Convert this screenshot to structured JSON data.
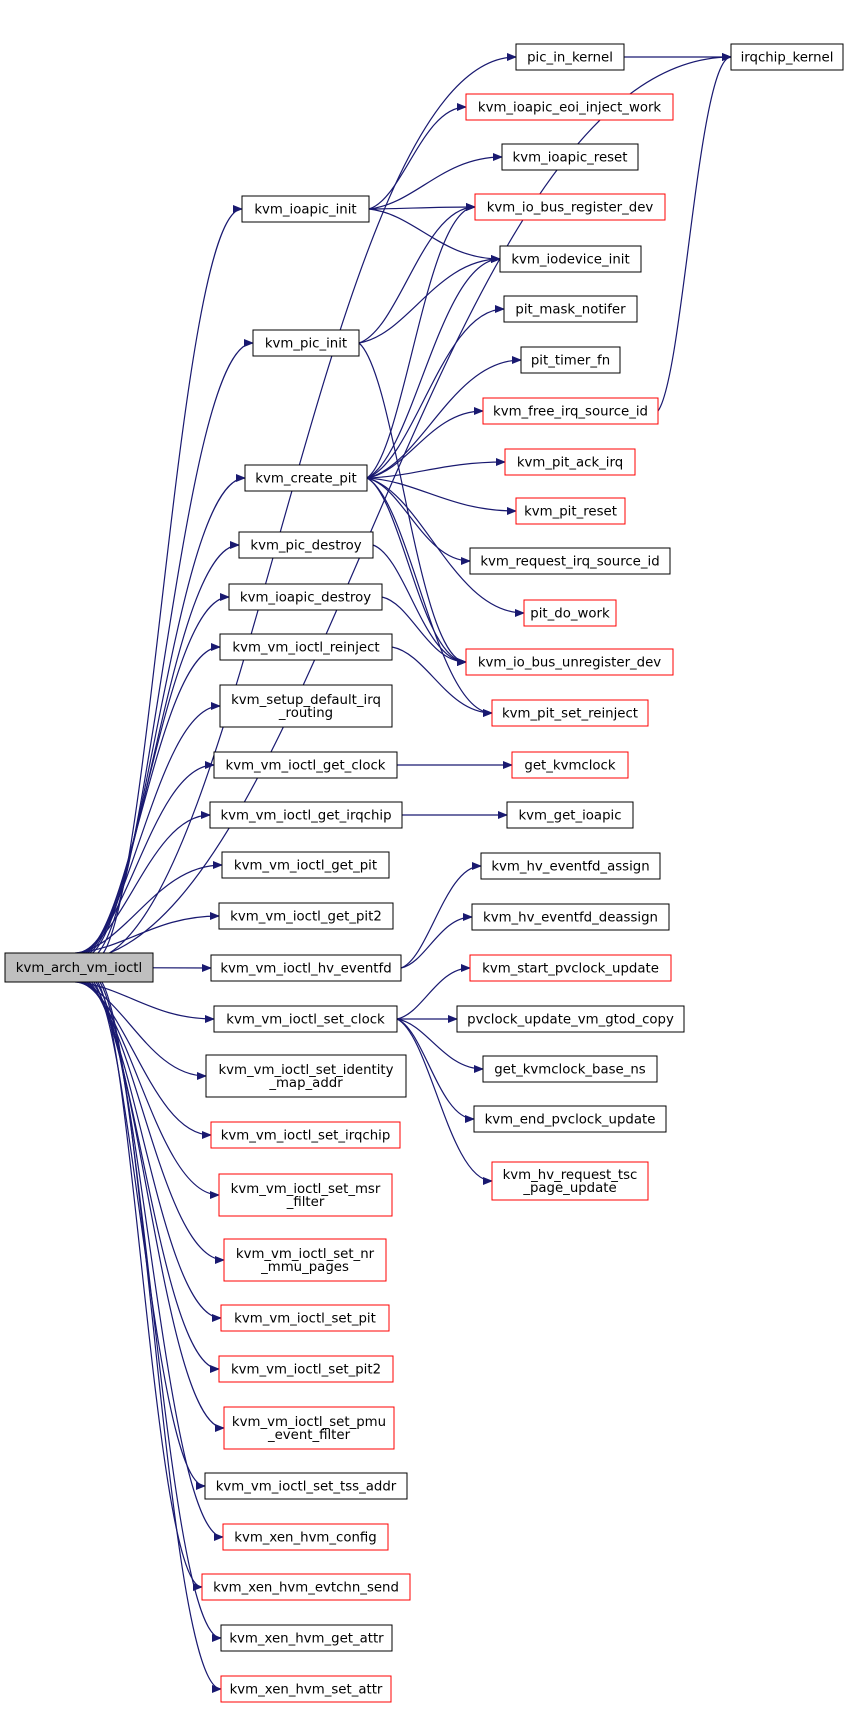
{
  "graph": {
    "edge_color": "#191970",
    "root_fill": "#bfbfbf",
    "node_fill": "#ffffff",
    "border_black": "#000000",
    "border_red": "#ff0000",
    "nodes": [
      {
        "id": "root",
        "lines": [
          "kvm_arch_vm_ioctl"
        ],
        "style": "root"
      },
      {
        "id": "pic_in_kernel",
        "lines": [
          "pic_in_kernel"
        ],
        "style": "black"
      },
      {
        "id": "irqchip_kernel",
        "lines": [
          "irqchip_kernel"
        ],
        "style": "black"
      },
      {
        "id": "kvm_ioapic_eoi_inject_work",
        "lines": [
          "kvm_ioapic_eoi_inject_work"
        ],
        "style": "red"
      },
      {
        "id": "kvm_ioapic_reset",
        "lines": [
          "kvm_ioapic_reset"
        ],
        "style": "black"
      },
      {
        "id": "kvm_ioapic_init",
        "lines": [
          "kvm_ioapic_init"
        ],
        "style": "black"
      },
      {
        "id": "kvm_io_bus_register_dev",
        "lines": [
          "kvm_io_bus_register_dev"
        ],
        "style": "red"
      },
      {
        "id": "kvm_iodevice_init",
        "lines": [
          "kvm_iodevice_init"
        ],
        "style": "black"
      },
      {
        "id": "pit_mask_notifer",
        "lines": [
          "pit_mask_notifer"
        ],
        "style": "black"
      },
      {
        "id": "kvm_pic_init",
        "lines": [
          "kvm_pic_init"
        ],
        "style": "black"
      },
      {
        "id": "pit_timer_fn",
        "lines": [
          "pit_timer_fn"
        ],
        "style": "black"
      },
      {
        "id": "kvm_free_irq_source_id",
        "lines": [
          "kvm_free_irq_source_id"
        ],
        "style": "red"
      },
      {
        "id": "kvm_create_pit",
        "lines": [
          "kvm_create_pit"
        ],
        "style": "black"
      },
      {
        "id": "kvm_pit_ack_irq",
        "lines": [
          "kvm_pit_ack_irq"
        ],
        "style": "red"
      },
      {
        "id": "kvm_pit_reset",
        "lines": [
          "kvm_pit_reset"
        ],
        "style": "red"
      },
      {
        "id": "kvm_pic_destroy",
        "lines": [
          "kvm_pic_destroy"
        ],
        "style": "black"
      },
      {
        "id": "kvm_request_irq_source_id",
        "lines": [
          "kvm_request_irq_source_id"
        ],
        "style": "black"
      },
      {
        "id": "kvm_ioapic_destroy",
        "lines": [
          "kvm_ioapic_destroy"
        ],
        "style": "black"
      },
      {
        "id": "pit_do_work",
        "lines": [
          "pit_do_work"
        ],
        "style": "red"
      },
      {
        "id": "kvm_vm_ioctl_reinject",
        "lines": [
          "kvm_vm_ioctl_reinject"
        ],
        "style": "black"
      },
      {
        "id": "kvm_io_bus_unregister_dev",
        "lines": [
          "kvm_io_bus_unregister_dev"
        ],
        "style": "red"
      },
      {
        "id": "kvm_setup_default_irq_routing",
        "lines": [
          "kvm_setup_default_irq",
          "_routing"
        ],
        "style": "black"
      },
      {
        "id": "kvm_pit_set_reinject",
        "lines": [
          "kvm_pit_set_reinject"
        ],
        "style": "red"
      },
      {
        "id": "kvm_vm_ioctl_get_clock",
        "lines": [
          "kvm_vm_ioctl_get_clock"
        ],
        "style": "black"
      },
      {
        "id": "get_kvmclock",
        "lines": [
          "get_kvmclock"
        ],
        "style": "red"
      },
      {
        "id": "kvm_vm_ioctl_get_irqchip",
        "lines": [
          "kvm_vm_ioctl_get_irqchip"
        ],
        "style": "black"
      },
      {
        "id": "kvm_get_ioapic",
        "lines": [
          "kvm_get_ioapic"
        ],
        "style": "black"
      },
      {
        "id": "kvm_vm_ioctl_get_pit",
        "lines": [
          "kvm_vm_ioctl_get_pit"
        ],
        "style": "black"
      },
      {
        "id": "kvm_hv_eventfd_assign",
        "lines": [
          "kvm_hv_eventfd_assign"
        ],
        "style": "black"
      },
      {
        "id": "kvm_vm_ioctl_get_pit2",
        "lines": [
          "kvm_vm_ioctl_get_pit2"
        ],
        "style": "black"
      },
      {
        "id": "kvm_hv_eventfd_deassign",
        "lines": [
          "kvm_hv_eventfd_deassign"
        ],
        "style": "black"
      },
      {
        "id": "kvm_vm_ioctl_hv_eventfd",
        "lines": [
          "kvm_vm_ioctl_hv_eventfd"
        ],
        "style": "black"
      },
      {
        "id": "kvm_start_pvclock_update",
        "lines": [
          "kvm_start_pvclock_update"
        ],
        "style": "red"
      },
      {
        "id": "kvm_vm_ioctl_set_clock",
        "lines": [
          "kvm_vm_ioctl_set_clock"
        ],
        "style": "black"
      },
      {
        "id": "pvclock_update_vm_gtod_copy",
        "lines": [
          "pvclock_update_vm_gtod_copy"
        ],
        "style": "black"
      },
      {
        "id": "get_kvmclock_base_ns",
        "lines": [
          "get_kvmclock_base_ns"
        ],
        "style": "black"
      },
      {
        "id": "kvm_vm_ioctl_set_identity_map_addr",
        "lines": [
          "kvm_vm_ioctl_set_identity",
          "_map_addr"
        ],
        "style": "black"
      },
      {
        "id": "kvm_end_pvclock_update",
        "lines": [
          "kvm_end_pvclock_update"
        ],
        "style": "black"
      },
      {
        "id": "kvm_vm_ioctl_set_irqchip",
        "lines": [
          "kvm_vm_ioctl_set_irqchip"
        ],
        "style": "red"
      },
      {
        "id": "kvm_hv_request_tsc_page_update",
        "lines": [
          "kvm_hv_request_tsc",
          "_page_update"
        ],
        "style": "red"
      },
      {
        "id": "kvm_vm_ioctl_set_msr_filter",
        "lines": [
          "kvm_vm_ioctl_set_msr",
          "_filter"
        ],
        "style": "red"
      },
      {
        "id": "kvm_vm_ioctl_set_nr_mmu_pages",
        "lines": [
          "kvm_vm_ioctl_set_nr",
          "_mmu_pages"
        ],
        "style": "red"
      },
      {
        "id": "kvm_vm_ioctl_set_pit",
        "lines": [
          "kvm_vm_ioctl_set_pit"
        ],
        "style": "red"
      },
      {
        "id": "kvm_vm_ioctl_set_pit2",
        "lines": [
          "kvm_vm_ioctl_set_pit2"
        ],
        "style": "red"
      },
      {
        "id": "kvm_vm_ioctl_set_pmu_event_filter",
        "lines": [
          "kvm_vm_ioctl_set_pmu",
          "_event_filter"
        ],
        "style": "red"
      },
      {
        "id": "kvm_vm_ioctl_set_tss_addr",
        "lines": [
          "kvm_vm_ioctl_set_tss_addr"
        ],
        "style": "black"
      },
      {
        "id": "kvm_xen_hvm_config",
        "lines": [
          "kvm_xen_hvm_config"
        ],
        "style": "red"
      },
      {
        "id": "kvm_xen_hvm_evtchn_send",
        "lines": [
          "kvm_xen_hvm_evtchn_send"
        ],
        "style": "red"
      },
      {
        "id": "kvm_xen_hvm_get_attr",
        "lines": [
          "kvm_xen_hvm_get_attr"
        ],
        "style": "black"
      },
      {
        "id": "kvm_xen_hvm_set_attr",
        "lines": [
          "kvm_xen_hvm_set_attr"
        ],
        "style": "red"
      }
    ],
    "edges": [
      {
        "from": "root",
        "to": "irqchip_kernel"
      },
      {
        "from": "root",
        "to": "pic_in_kernel"
      },
      {
        "from": "root",
        "to": "kvm_ioapic_init"
      },
      {
        "from": "root",
        "to": "kvm_pic_init"
      },
      {
        "from": "root",
        "to": "kvm_create_pit"
      },
      {
        "from": "root",
        "to": "kvm_pic_destroy"
      },
      {
        "from": "root",
        "to": "kvm_ioapic_destroy"
      },
      {
        "from": "root",
        "to": "kvm_vm_ioctl_reinject"
      },
      {
        "from": "root",
        "to": "kvm_setup_default_irq_routing"
      },
      {
        "from": "root",
        "to": "kvm_vm_ioctl_get_clock"
      },
      {
        "from": "root",
        "to": "kvm_vm_ioctl_get_irqchip"
      },
      {
        "from": "root",
        "to": "kvm_vm_ioctl_get_pit"
      },
      {
        "from": "root",
        "to": "kvm_vm_ioctl_get_pit2"
      },
      {
        "from": "root",
        "to": "kvm_vm_ioctl_hv_eventfd"
      },
      {
        "from": "root",
        "to": "kvm_vm_ioctl_set_clock"
      },
      {
        "from": "root",
        "to": "kvm_vm_ioctl_set_identity_map_addr"
      },
      {
        "from": "root",
        "to": "kvm_vm_ioctl_set_irqchip"
      },
      {
        "from": "root",
        "to": "kvm_vm_ioctl_set_msr_filter"
      },
      {
        "from": "root",
        "to": "kvm_vm_ioctl_set_nr_mmu_pages"
      },
      {
        "from": "root",
        "to": "kvm_vm_ioctl_set_pit"
      },
      {
        "from": "root",
        "to": "kvm_vm_ioctl_set_pit2"
      },
      {
        "from": "root",
        "to": "kvm_vm_ioctl_set_pmu_event_filter"
      },
      {
        "from": "root",
        "to": "kvm_vm_ioctl_set_tss_addr"
      },
      {
        "from": "root",
        "to": "kvm_xen_hvm_config"
      },
      {
        "from": "root",
        "to": "kvm_xen_hvm_evtchn_send"
      },
      {
        "from": "root",
        "to": "kvm_xen_hvm_get_attr"
      },
      {
        "from": "root",
        "to": "kvm_xen_hvm_set_attr"
      },
      {
        "from": "pic_in_kernel",
        "to": "irqchip_kernel"
      },
      {
        "from": "kvm_free_irq_source_id",
        "to": "irqchip_kernel"
      },
      {
        "from": "kvm_ioapic_init",
        "to": "kvm_ioapic_eoi_inject_work"
      },
      {
        "from": "kvm_ioapic_init",
        "to": "kvm_ioapic_reset"
      },
      {
        "from": "kvm_ioapic_init",
        "to": "kvm_io_bus_register_dev"
      },
      {
        "from": "kvm_ioapic_init",
        "to": "kvm_iodevice_init"
      },
      {
        "from": "kvm_pic_init",
        "to": "kvm_io_bus_register_dev"
      },
      {
        "from": "kvm_pic_init",
        "to": "kvm_iodevice_init"
      },
      {
        "from": "kvm_pic_init",
        "to": "kvm_io_bus_unregister_dev"
      },
      {
        "from": "kvm_create_pit",
        "to": "kvm_io_bus_register_dev"
      },
      {
        "from": "kvm_create_pit",
        "to": "kvm_iodevice_init"
      },
      {
        "from": "kvm_create_pit",
        "to": "pit_mask_notifer"
      },
      {
        "from": "kvm_create_pit",
        "to": "pit_timer_fn"
      },
      {
        "from": "kvm_create_pit",
        "to": "kvm_free_irq_source_id"
      },
      {
        "from": "kvm_create_pit",
        "to": "kvm_pit_ack_irq"
      },
      {
        "from": "kvm_create_pit",
        "to": "kvm_pit_reset"
      },
      {
        "from": "kvm_create_pit",
        "to": "kvm_request_irq_source_id"
      },
      {
        "from": "kvm_create_pit",
        "to": "pit_do_work"
      },
      {
        "from": "kvm_create_pit",
        "to": "kvm_io_bus_unregister_dev"
      },
      {
        "from": "kvm_create_pit",
        "to": "kvm_pit_set_reinject"
      },
      {
        "from": "kvm_pic_destroy",
        "to": "kvm_io_bus_unregister_dev"
      },
      {
        "from": "kvm_ioapic_destroy",
        "to": "kvm_io_bus_unregister_dev"
      },
      {
        "from": "kvm_vm_ioctl_reinject",
        "to": "kvm_pit_set_reinject"
      },
      {
        "from": "kvm_vm_ioctl_get_clock",
        "to": "get_kvmclock"
      },
      {
        "from": "kvm_vm_ioctl_get_irqchip",
        "to": "kvm_get_ioapic"
      },
      {
        "from": "kvm_vm_ioctl_hv_eventfd",
        "to": "kvm_hv_eventfd_assign"
      },
      {
        "from": "kvm_vm_ioctl_hv_eventfd",
        "to": "kvm_hv_eventfd_deassign"
      },
      {
        "from": "kvm_vm_ioctl_set_clock",
        "to": "kvm_start_pvclock_update"
      },
      {
        "from": "kvm_vm_ioctl_set_clock",
        "to": "pvclock_update_vm_gtod_copy"
      },
      {
        "from": "kvm_vm_ioctl_set_clock",
        "to": "get_kvmclock_base_ns"
      },
      {
        "from": "kvm_vm_ioctl_set_clock",
        "to": "kvm_end_pvclock_update"
      },
      {
        "from": "kvm_vm_ioctl_set_clock",
        "to": "kvm_hv_request_tsc_page_update"
      }
    ]
  }
}
